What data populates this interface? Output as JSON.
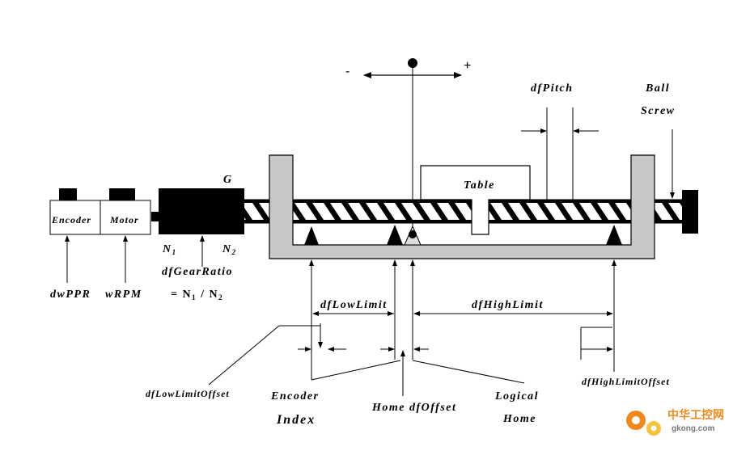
{
  "labels": {
    "minus": "-",
    "plus": "+",
    "df_pitch": "dfPitch",
    "ball": "Ball",
    "screw": "Screw",
    "table": "Table",
    "g": "G",
    "encoder": "Encoder",
    "motor": "Motor",
    "n1": "N",
    "n1_sub": "1",
    "n2": "N",
    "n2_sub": "2",
    "df_gear_ratio": "dfGearRatio",
    "gear_formula": "= N",
    "gear_formula_sub1": "1",
    "gear_formula_mid": " / N",
    "gear_formula_sub2": "2",
    "dw_ppr": "dwPPR",
    "w_rpm": "wRPM",
    "df_low_limit": "dfLowLimit",
    "df_high_limit": "dfHighLimit",
    "df_low_limit_offset": "dfLowLimitOffset",
    "df_high_limit_offset": "dfHighLimitOffset",
    "encoder_index_1": "Encoder",
    "encoder_index_2": "Index",
    "home_df_offset": "Home dfOffset",
    "logical_1": "Logical",
    "logical_2": "Home"
  },
  "watermark": {
    "cn": "中华工控网",
    "url": "gkong.com"
  },
  "colors": {
    "line": "#000000",
    "carriage_fill": "#c8c8c8",
    "white": "#ffffff",
    "watermark_orange": "#f08a1c",
    "watermark_yellow": "#f5c23a"
  }
}
